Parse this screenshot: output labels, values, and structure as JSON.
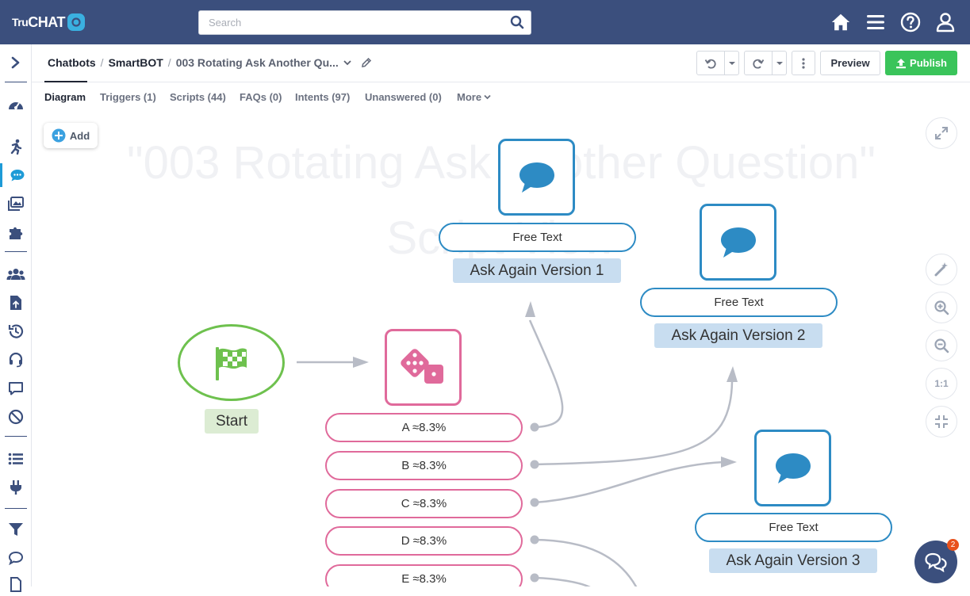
{
  "app": {
    "logo_prefix": "Tru",
    "logo_main": "CHAT"
  },
  "search": {
    "placeholder": "Search"
  },
  "breadcrumb": {
    "item1": "Chatbots",
    "item2": "SmartBOT",
    "current": "003 Rotating Ask Another Qu..."
  },
  "toolbar": {
    "preview": "Preview",
    "publish": "Publish"
  },
  "tabs": [
    {
      "label": "Diagram"
    },
    {
      "label": "Triggers (1)"
    },
    {
      "label": "Scripts (44)"
    },
    {
      "label": "FAQs (0)"
    },
    {
      "label": "Intents (97)"
    },
    {
      "label": "Unanswered (0)"
    },
    {
      "label": "More"
    }
  ],
  "canvas": {
    "watermark_line1": "\"003 Rotating Ask Another Question\"",
    "watermark_line2": "Script View",
    "add_label": "Add",
    "zoom_reset": "1:1"
  },
  "nodes": {
    "start_label": "Start",
    "ask1": {
      "pill": "Free Text",
      "label": "Ask Again Version 1"
    },
    "ask2": {
      "pill": "Free Text",
      "label": "Ask Again Version 2"
    },
    "ask3": {
      "pill": "Free Text",
      "label": "Ask Again Version 3"
    },
    "options": [
      "A ≈8.3%",
      "B ≈8.3%",
      "C ≈8.3%",
      "D ≈8.3%",
      "E ≈8.3%"
    ]
  },
  "chat": {
    "badge_count": "2"
  },
  "colors": {
    "navbar": "#3b4f7d",
    "accent": "#1e9bd7",
    "publish": "#3ac45a",
    "start": "#6ec14e",
    "random": "#e06a9b",
    "message": "#2d8bc4"
  }
}
